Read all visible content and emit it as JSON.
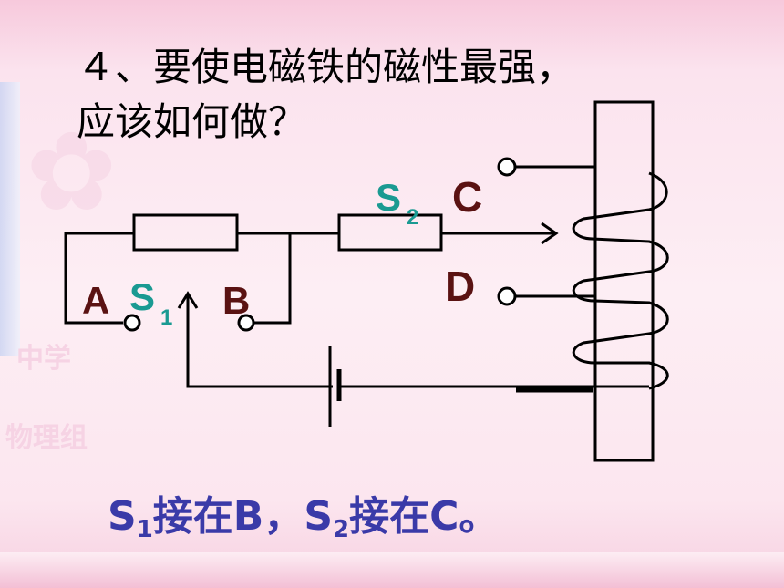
{
  "question": {
    "line1": "４、要使电磁铁的磁性最强，",
    "line2": "应该如何做？"
  },
  "labels": {
    "A": "A",
    "B": "B",
    "C": "C",
    "D": "D",
    "S1_letter": "S",
    "S1_sub": "1",
    "S2_letter": "S",
    "S2_sub": "2"
  },
  "answer": {
    "s1_letter": "S",
    "s1_sub": "1",
    "part1": "接在B，",
    "s2_letter": "S",
    "s2_sub": "2",
    "part2": "接在C。"
  },
  "watermark": {
    "school": "中学",
    "group": "物理组"
  },
  "colors": {
    "label_dark": "#5a1212",
    "label_teal": "#1a9a92",
    "answer": "#3a3aa8"
  }
}
